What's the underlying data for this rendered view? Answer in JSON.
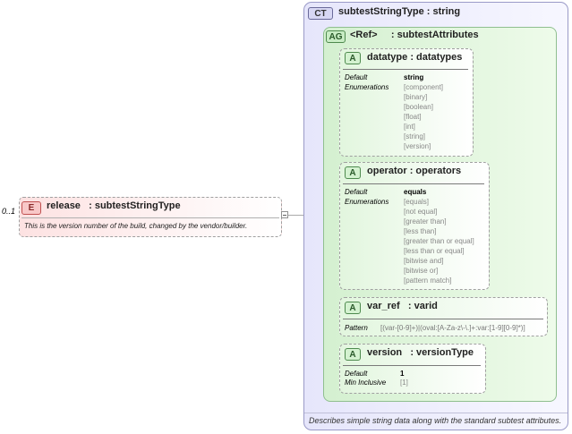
{
  "element": {
    "occurrence": "0..1",
    "badge": "E",
    "name": "release",
    "type": ": subtestStringType",
    "description": "This is the version number of the build, changed by the vendor/builder."
  },
  "complex_type": {
    "badge": "CT",
    "title": "subtestStringType : string",
    "description": "Describes simple string data along with the standard subtest attributes."
  },
  "attribute_group": {
    "badge": "AG",
    "ref": "<Ref>",
    "title": ": subtestAttributes"
  },
  "attributes": [
    {
      "badge": "A",
      "name": "datatype",
      "type": ": datatypes",
      "default_label": "Default",
      "default_value": "string",
      "enum_label": "Enumerations",
      "enumerations": [
        "[component]",
        "[binary]",
        "[boolean]",
        "[float]",
        "[int]",
        "[string]",
        "[version]"
      ]
    },
    {
      "badge": "A",
      "name": "operator",
      "type": ": operators",
      "default_label": "Default",
      "default_value": "equals",
      "enum_label": "Enumerations",
      "enumerations": [
        "[equals]",
        "[not equal]",
        "[greater than]",
        "[less than]",
        "[greater than or equal]",
        "[less than or equal]",
        "[bitwise and]",
        "[bitwise or]",
        "[pattern match]"
      ]
    },
    {
      "badge": "A",
      "name": "var_ref",
      "type": ": varid",
      "pattern_label": "Pattern",
      "pattern_value": "[(var-[0-9]+)|(oval:[A-Za-z\\-\\.]+:var:[1-9][0-9]*)]"
    },
    {
      "badge": "A",
      "name": "version",
      "type": ": versionType",
      "default_label": "Default",
      "default_value": "1",
      "min_label": "Min Inclusive",
      "min_value": "[1]"
    }
  ],
  "colors": {
    "complex_type_fill": "#e6e6fb",
    "attribute_group_fill": "#d4f0d0",
    "attribute_fill": "#e2f6de",
    "element_fill": "#fde2e2"
  },
  "icons": {
    "complex_type": "ct-badge-icon",
    "attribute_group": "ag-badge-icon",
    "attribute": "a-badge-icon",
    "element": "e-badge-icon",
    "expander": "collapse-minus-icon"
  }
}
